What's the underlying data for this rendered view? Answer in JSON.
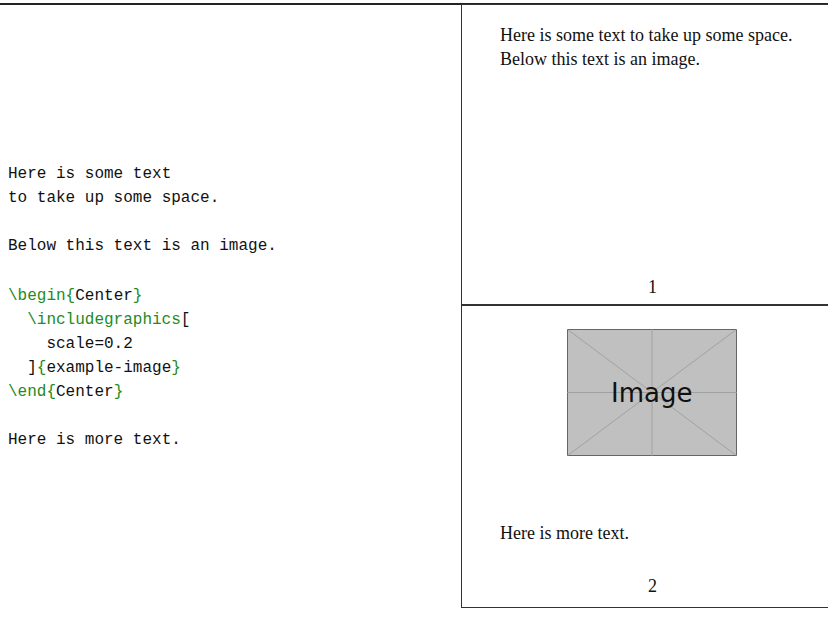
{
  "diagram": {
    "nodes": [
      {
        "text": [
          "Here is some text to take up some space.",
          "Below this text is an image.",
          "1"
        ]
      },
      {
        "text": [
          "Here is more text.",
          "2"
        ]
      },
      {
        "text": [
          "Image"
        ],
        "in": 1
      }
    ],
    "labels": [
      "Here is some text",
      "to take up some space.",
      "Below this text is an image.",
      "\\begin{",
      "Center",
      "}",
      "\\includegraphics",
      "[",
      "scale=0.2",
      "]",
      "{",
      "example-image",
      "}",
      "\\end{",
      "Center",
      "}",
      "Here is more text."
    ]
  }
}
